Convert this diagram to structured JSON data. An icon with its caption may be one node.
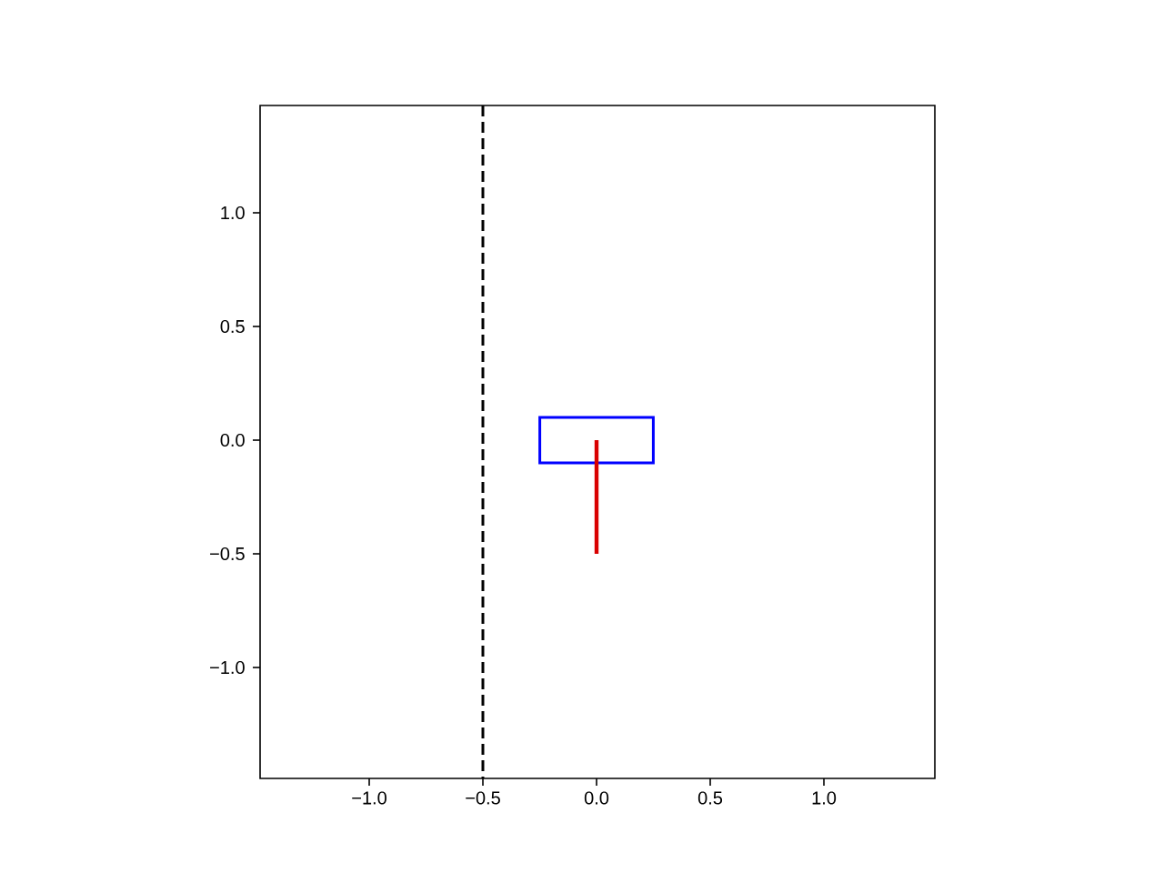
{
  "diagram": {
    "labels": [
      "1.0",
      "0.5",
      "0.0",
      "−0.5",
      "−1.0",
      "−1.0",
      "−0.5",
      "0.0",
      "0.5",
      "1.0"
    ]
  }
}
